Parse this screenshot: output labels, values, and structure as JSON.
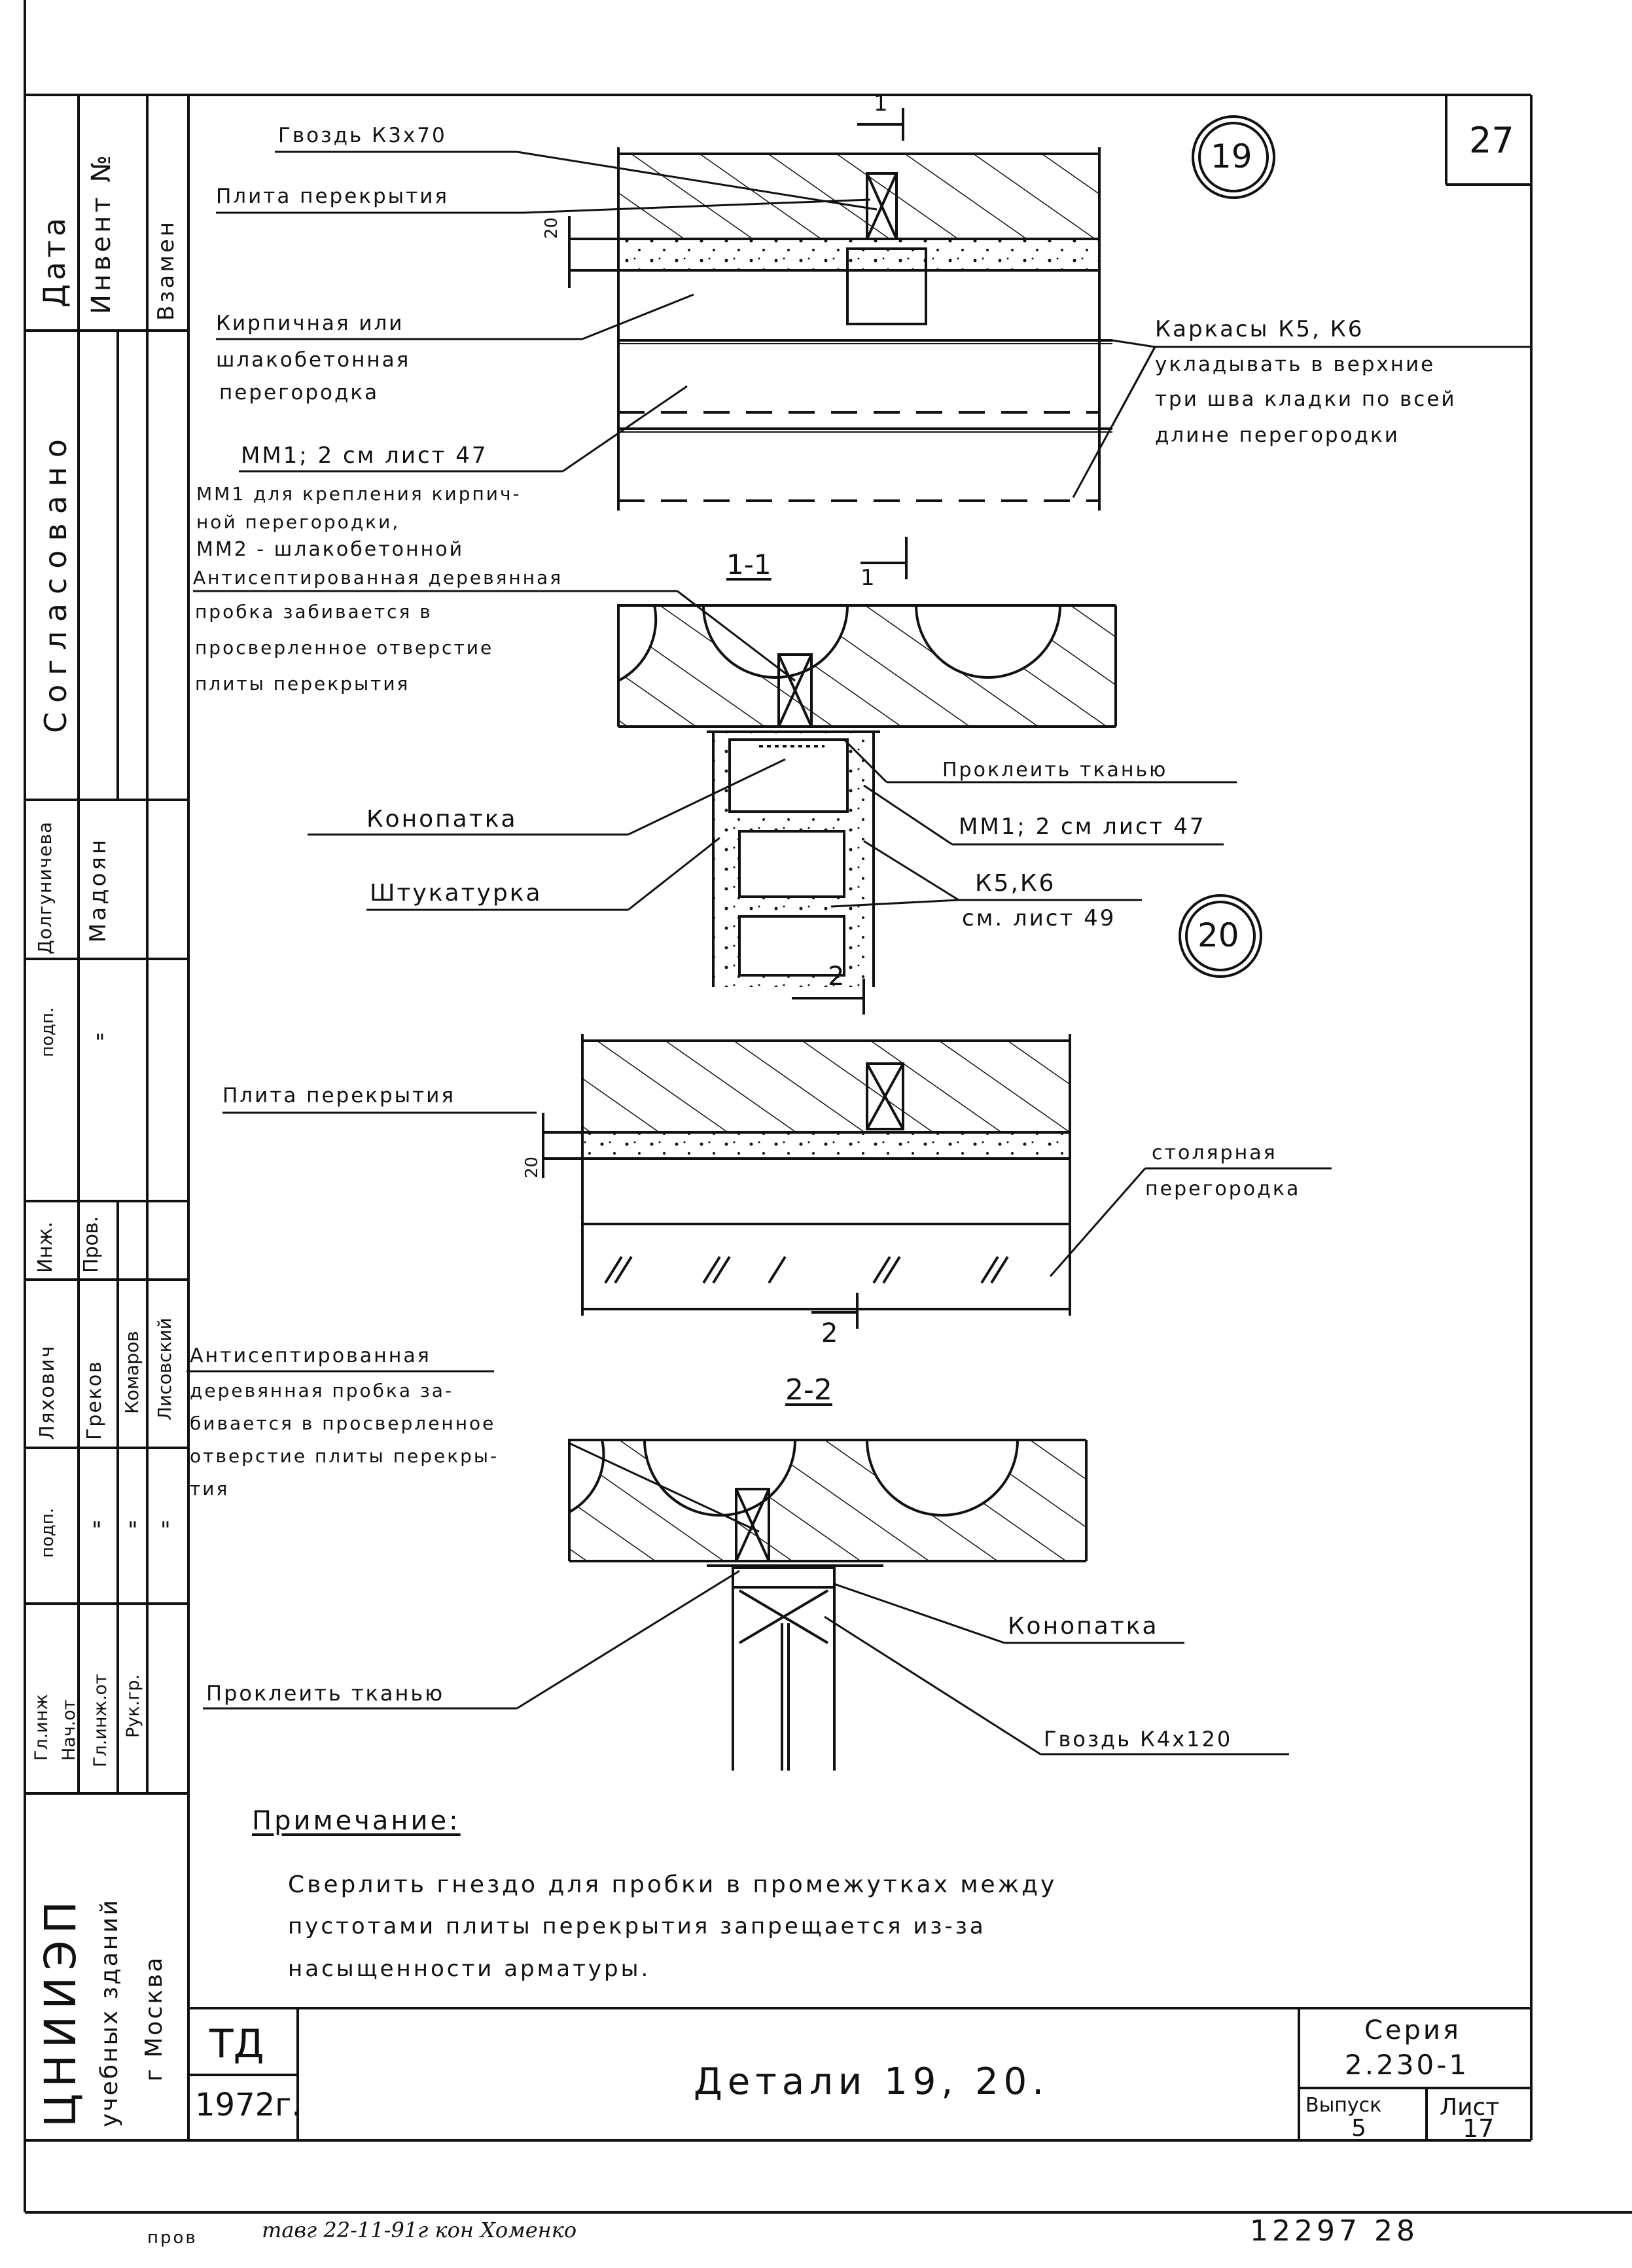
{
  "sheet": {
    "sheet_number_top": "27",
    "detail_19": "19",
    "detail_20": "20"
  },
  "side_block": {
    "data": "Дата",
    "invent": "Инвент №",
    "vzamen": "Взамен",
    "soglasovano": "Согласовано",
    "dolgunicheva": "Долгуничева",
    "madoyan": "Мадоян",
    "podp1": "подп.",
    "podp1_mark": "\"",
    "inzh": "Инж.",
    "prov": "Пров.",
    "lyakhovich": "Ляхович",
    "grekov": "Греков",
    "komarov": "Комаров",
    "lisovskiy": "Лисовский",
    "podp2": "подп.",
    "ditto": "\"",
    "gl_inzh": "Гл.инж",
    "nach_ot": "Нач.от",
    "gl_inzh_ot": "Гл.инж.от",
    "ruk_gr": "Рук.гр.",
    "org_name": "ЦНИИЭП",
    "org_sub1": "учебных зданий",
    "org_sub2": "г Москва"
  },
  "labels": {
    "gvozd_k3": "Гвоздь К3х70",
    "plita_1": "Плита перекрытия",
    "dim_20_a": "20",
    "kirpich_1": "Кирпичная или",
    "kirpich_2": "шлакобетонная",
    "kirpich_3": "перегородка",
    "karkasy_1": "Каркасы К5, К6",
    "karkasy_2": "укладывать в верхние",
    "karkasy_3": "три шва кладки по всей",
    "karkasy_4": "длине перегородки",
    "mm1_a": "ММ1; 2 см лист 47",
    "mm1_note_1": "ММ1 для крепления кирпич-",
    "mm1_note_2": "ной перегородки,",
    "mm1_note_3": "ММ2 - шлакобетонной",
    "anti_1a": "Антисептированная деревянная",
    "anti_1b": "пробка забивается в",
    "anti_1c": "просверленное отверстие",
    "anti_1d": "плиты перекрытия",
    "section_11": "1-1",
    "cut_1": "1",
    "prokl_1": "Проклеить тканью",
    "konopatka_1": "Конопатка",
    "mm1_b": "ММ1; 2 см лист 47",
    "shtukaturka": "Штукатурка",
    "k5k6": "К5,К6",
    "k5k6_sheet": "см. лист 49",
    "cut_2": "2",
    "plita_2": "Плита перекрытия",
    "dim_20_b": "20",
    "stolyarnaya_1": "столярная",
    "stolyarnaya_2": "перегородка",
    "anti_2a": "Антисептированная",
    "anti_2b": "деревянная пробка за-",
    "anti_2c": "бивается в просверленное",
    "anti_2d": "отверстие плиты перекры-",
    "anti_2e": "тия",
    "section_22": "2-2",
    "konopatka_2": "Конопатка",
    "prokl_2": "Проклеить тканью",
    "gvozd_k4": "Гвоздь К4х120"
  },
  "note": {
    "title": "Примечание:",
    "line1": "Сверлить гнездо для пробки в промежутках между",
    "line2": "пустотами плиты перекрытия запрещается из-за",
    "line3": "насыщенности арматуры."
  },
  "titleblock": {
    "ta": "ТД",
    "year": "1972г.",
    "title": "Детали 19, 20.",
    "seria_label": "Серия",
    "seria_value": "2.230-1",
    "vypusk_label": "Выпуск",
    "vypusk_value": "5",
    "list_label": "Лист",
    "list_value": "17"
  },
  "footer": {
    "prov": "пров",
    "signature": "тавг 22-11-91г кон Хоменко",
    "number": "12297 28"
  }
}
